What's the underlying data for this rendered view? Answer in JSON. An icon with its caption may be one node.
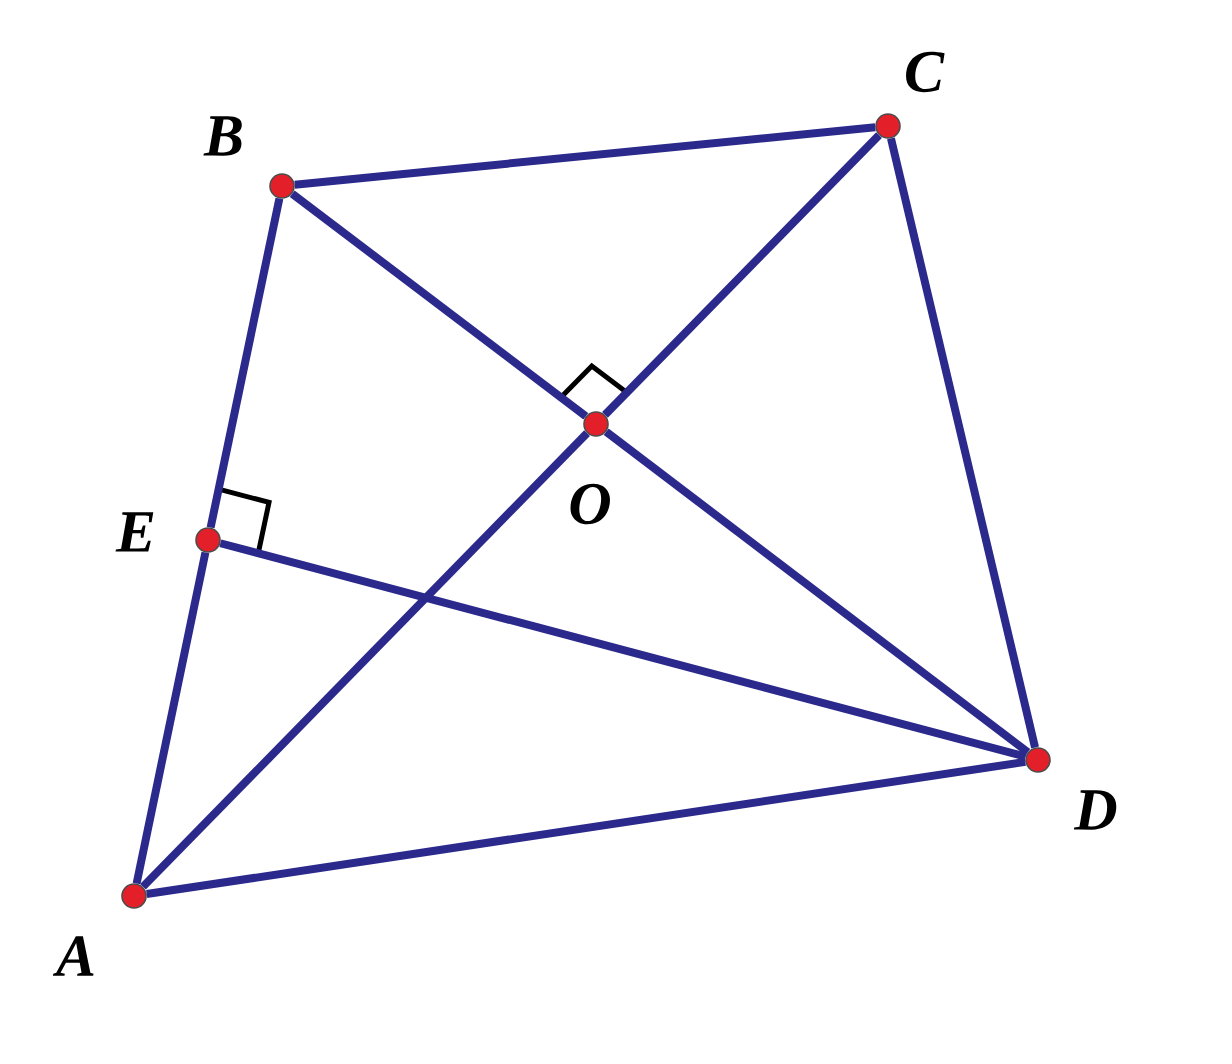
{
  "diagram": {
    "nodes": [
      {
        "text": [],
        "shape": "circle",
        "beside": [
          "A"
        ]
      },
      {
        "text": [],
        "shape": "circle",
        "beside": [
          "B"
        ]
      },
      {
        "text": [],
        "shape": "circle",
        "beside": [
          "C"
        ]
      },
      {
        "text": [],
        "shape": "circle",
        "beside": [
          "D"
        ]
      },
      {
        "text": [],
        "shape": "circle",
        "beside": [
          "E"
        ]
      },
      {
        "text": [],
        "shape": "circle",
        "beside": [
          "O"
        ]
      }
    ],
    "edges": [
      {
        "from": 0,
        "to": 4,
        "arrow": "none"
      },
      {
        "from": 4,
        "to": 1,
        "arrow": "none"
      },
      {
        "from": 1,
        "to": 2,
        "arrow": "none"
      },
      {
        "from": 2,
        "to": 3,
        "arrow": "none"
      },
      {
        "from": 3,
        "to": 0,
        "arrow": "none"
      },
      {
        "from": 0,
        "to": 5,
        "arrow": "none"
      },
      {
        "from": 5,
        "to": 2,
        "arrow": "none"
      },
      {
        "from": 1,
        "to": 5,
        "arrow": "none"
      },
      {
        "from": 5,
        "to": 3,
        "arrow": "none"
      },
      {
        "from": 4,
        "to": 3,
        "arrow": "none"
      }
    ]
  }
}
